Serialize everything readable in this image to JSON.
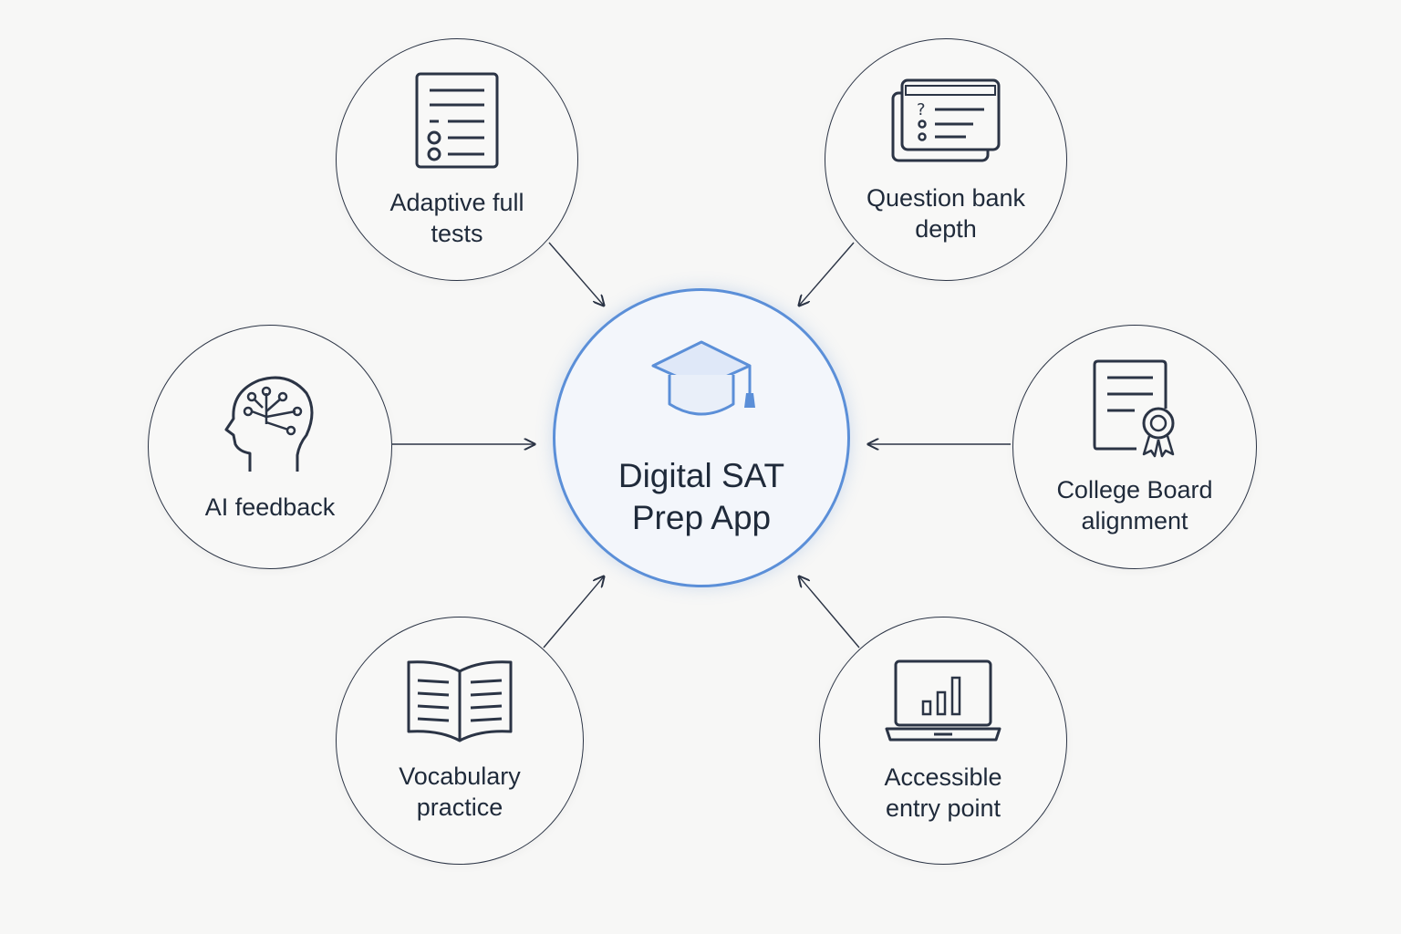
{
  "diagram": {
    "center": {
      "title": "Digital SAT\nPrep App",
      "icon": "graduation-cap-icon"
    },
    "nodes": [
      {
        "id": "adaptive",
        "label": "Adaptive full\ntests",
        "icon": "test-sheet-icon"
      },
      {
        "id": "question-bank",
        "label": "Question bank\ndepth",
        "icon": "question-cards-icon"
      },
      {
        "id": "ai-feedback",
        "label": "AI feedback",
        "icon": "ai-head-icon"
      },
      {
        "id": "college-board",
        "label": "College Board\nalignment",
        "icon": "certificate-icon"
      },
      {
        "id": "vocabulary",
        "label": "Vocabulary\npractice",
        "icon": "open-book-icon"
      },
      {
        "id": "accessible",
        "label": "Accessible\nentry point",
        "icon": "laptop-chart-icon"
      }
    ],
    "colors": {
      "outline": "#2b3445",
      "accent": "#5b8fd8",
      "background": "#f7f7f6"
    }
  }
}
